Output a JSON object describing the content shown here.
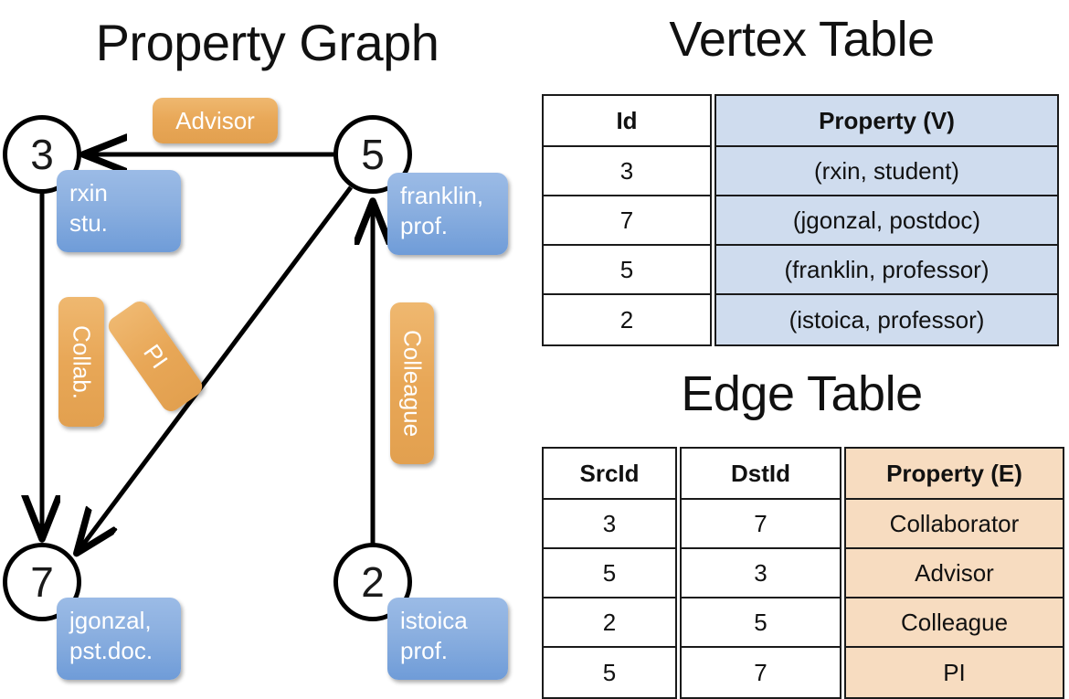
{
  "titles": {
    "property_graph": "Property Graph",
    "vertex_table": "Vertex Table",
    "edge_table": "Edge Table"
  },
  "colors": {
    "vertex_property_fill": "#cfdcee",
    "edge_property_fill": "#f7dcc0",
    "vertex_box_fill": "#8cb0e0",
    "edge_label_fill": "#e8a757",
    "node_stroke": "#000000"
  },
  "graph": {
    "nodes": [
      {
        "id": "3",
        "property": "rxin\nstu."
      },
      {
        "id": "5",
        "property": "franklin,\nprof."
      },
      {
        "id": "7",
        "property": "jgonzal,\npst.doc."
      },
      {
        "id": "2",
        "property": "istoica\nprof."
      }
    ],
    "node_labels": {
      "n3": "3",
      "n5": "5",
      "n7": "7",
      "n2": "2"
    },
    "node_props": {
      "rxin_line1": "rxin",
      "rxin_line2": "stu.",
      "franklin_line1": "franklin,",
      "franklin_line2": "prof.",
      "jgonzal_line1": "jgonzal,",
      "jgonzal_line2": "pst.doc.",
      "istoica_line1": "istoica",
      "istoica_line2": "prof."
    },
    "edge_labels": {
      "advisor": "Advisor",
      "collab": "Collab.",
      "pi": "PI",
      "colleague": "Colleague"
    },
    "edges": [
      {
        "src": "5",
        "dst": "3",
        "label": "Advisor"
      },
      {
        "src": "3",
        "dst": "7",
        "label": "Collab."
      },
      {
        "src": "5",
        "dst": "7",
        "label": "PI"
      },
      {
        "src": "2",
        "dst": "5",
        "label": "Colleague"
      }
    ]
  },
  "vertex_table": {
    "headers": [
      "Id",
      "Property (V)"
    ],
    "rows": [
      {
        "id": "3",
        "property": "(rxin, student)"
      },
      {
        "id": "7",
        "property": "(jgonzal, postdoc)"
      },
      {
        "id": "5",
        "property": "(franklin, professor)"
      },
      {
        "id": "2",
        "property": "(istoica, professor)"
      }
    ]
  },
  "edge_table": {
    "headers": [
      "SrcId",
      "DstId",
      "Property (E)"
    ],
    "rows": [
      {
        "src": "3",
        "dst": "7",
        "property": "Collaborator"
      },
      {
        "src": "5",
        "dst": "3",
        "property": "Advisor"
      },
      {
        "src": "2",
        "dst": "5",
        "property": "Colleague"
      },
      {
        "src": "5",
        "dst": "7",
        "property": "PI"
      }
    ]
  }
}
